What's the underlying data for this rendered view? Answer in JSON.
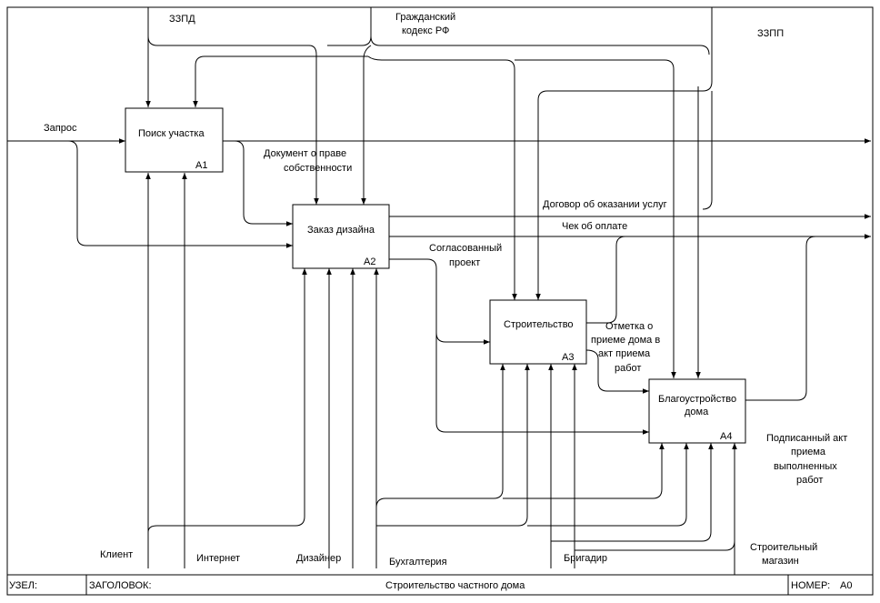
{
  "footer": {
    "node_label": "УЗЕЛ:",
    "title_label": "ЗАГОЛОВОК:",
    "title_value": "Строительство частного дома",
    "number_label": "НОМЕР:",
    "number_value": "A0"
  },
  "blocks": {
    "a1": {
      "name": "Поиск участка",
      "code": "A1"
    },
    "a2": {
      "name": "Заказ дизайна",
      "code": "A2"
    },
    "a3": {
      "name": "Строительство",
      "code": "A3"
    },
    "a4": {
      "name_line1": "Благоустройство",
      "name_line2": "дома",
      "code": "A4"
    }
  },
  "controls": {
    "zzpd": "ЗЗПД",
    "civil_code_line1": "Гражданский",
    "civil_code_line2": "кодекс РФ",
    "zzpp": "ЗЗПП"
  },
  "inputs": {
    "request": "Запрос"
  },
  "flows": {
    "ownership_doc_line1": "Документ о праве",
    "ownership_doc_line2": "собственности",
    "service_contract": "Договор об оказании услуг",
    "payment_receipt": "Чек об оплате",
    "approved_project_line1": "Согласованный",
    "approved_project_line2": "проект",
    "acceptance_mark_line1": "Отметка о",
    "acceptance_mark_line2": "приеме дома в",
    "acceptance_mark_line3": "акт приема",
    "acceptance_mark_line4": "работ",
    "signed_act_line1": "Подписанный акт",
    "signed_act_line2": "приема",
    "signed_act_line3": "выполненных",
    "signed_act_line4": "работ"
  },
  "mechanisms": {
    "client": "Клиент",
    "internet": "Интернет",
    "designer": "Дизайнер",
    "accounting": "Бухгалтерия",
    "foreman": "Бригадир",
    "store_line1": "Строительный",
    "store_line2": "магазин"
  }
}
